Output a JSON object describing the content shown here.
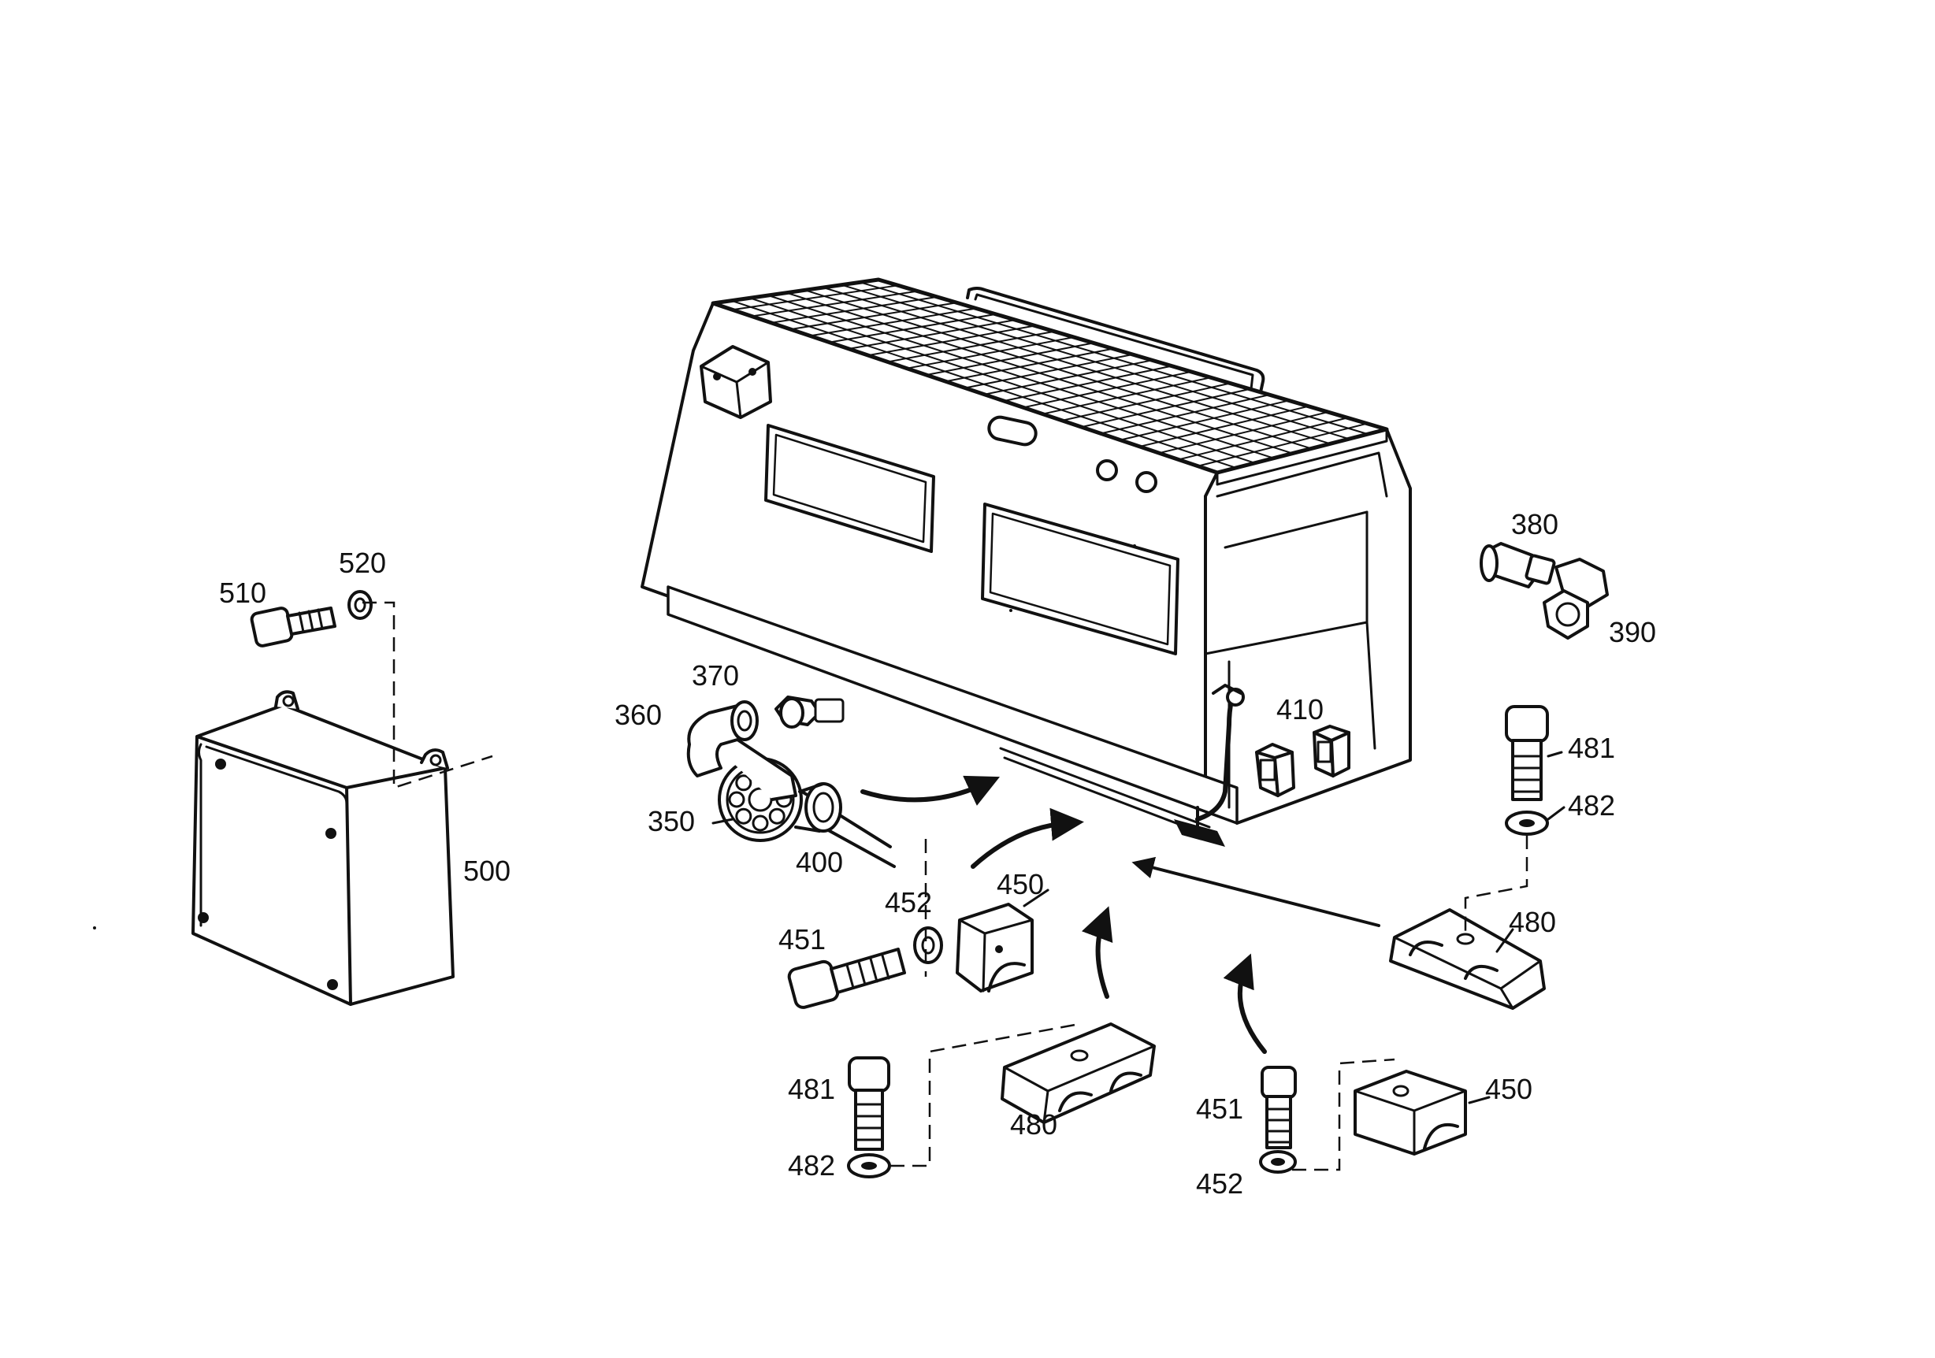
{
  "diagram": {
    "callouts": {
      "c350": "350",
      "c360": "360",
      "c370": "370",
      "c380": "380",
      "c390": "390",
      "c400": "400",
      "c410": "410",
      "c450_a": "450",
      "c450_b": "450",
      "c451_a": "451",
      "c451_b": "451",
      "c452_a": "452",
      "c452_b": "452",
      "c480_a": "480",
      "c480_b": "480",
      "c481_a": "481",
      "c481_b": "481",
      "c482_a": "482",
      "c482_b": "482",
      "c500": "500",
      "c510": "510",
      "c520": "520"
    },
    "ink_color": "#111111",
    "paper_color": "#ffffff"
  }
}
